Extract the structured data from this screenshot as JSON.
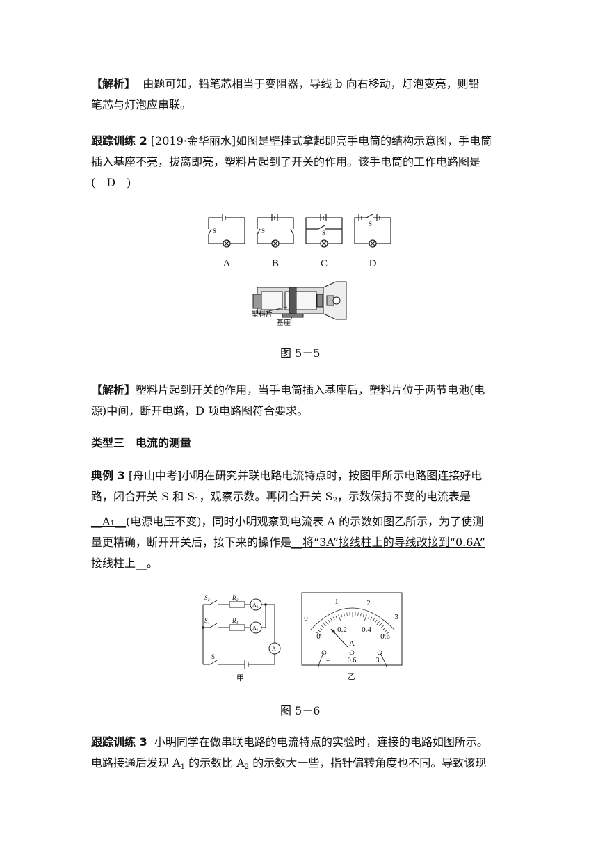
{
  "analysis1": {
    "tag": "【解析】",
    "line1": "由题可知，铅笔芯相当于变阻器，导线 b 向右移动，灯泡变亮，则铅",
    "line2": "笔芯与灯泡应串联。"
  },
  "practice2": {
    "label": "跟踪训练 2",
    "line1": "[2019·金华丽水]如图是壁挂式拿起即亮手电筒的结构示意图，手电筒",
    "line2": "插入基座不亮，拔离即亮，塑料片起到了开关的作用。该手电筒的工作电路图是",
    "answer": "(　D　)"
  },
  "fig55": {
    "options": [
      "A",
      "B",
      "C",
      "D"
    ],
    "switch_label": "S",
    "label_plastic": "塑料片",
    "label_base": "基座",
    "caption": "图 5－5"
  },
  "analysis2": {
    "tag": "【解析】",
    "line1": "塑料片起到开关的作用，当手电筒插入基座后，塑料片位于两节电池(电",
    "line2": "源)中间，断开电路，D 项电路图符合要求。"
  },
  "section3": {
    "title": "类型三　电流的测量"
  },
  "example3": {
    "label": "典例 3",
    "line1": "[舟山中考]小明在研究并联电路电流特点时，按图甲所示电路图连接好电",
    "line2a": "路，闭合开关 S 和 S",
    "line2b": "，观察示数。再闭合开关 S",
    "line2c": "，示数保持不变的电流表是",
    "line3_blank": "__A₁__",
    "line3": "(电源电压不变)，同时小明观察到电流表 A 的示数如图乙所示，为了使测",
    "line4a": "量更精确，断开开关后，接下来的操作是",
    "line4_blank": "__将“3A”接线柱上的导线改接到“0.6A”",
    "line5_blank": "接线柱上__",
    "line5_end": "。",
    "sub1": "1",
    "sub2": "2"
  },
  "fig56": {
    "circuit_labels": [
      "S₂",
      "R₂",
      "A₂",
      "S₁",
      "R₁",
      "A₁",
      "S",
      "A"
    ],
    "left_label": "甲",
    "right_label": "乙",
    "meter_top_scale": [
      "0",
      "1",
      "2",
      "3"
    ],
    "meter_bottom_scale": [
      "0",
      "0.2",
      "0.4",
      "0.6"
    ],
    "meter_unit": "A",
    "terminals": [
      "–",
      "0.6",
      "3"
    ],
    "caption": "图 5－6"
  },
  "practice3": {
    "label": "跟踪训练 3",
    "line1": "小明同学在做串联电路的电流特点的实验时，连接的电路如图所示。",
    "line2a": "电路接通后发现 A",
    "line2b": " 的示数比 A",
    "line2c": " 的示数大一些，指针偏转角度也不同。导致该现",
    "sub1": "1",
    "sub2": "2"
  }
}
